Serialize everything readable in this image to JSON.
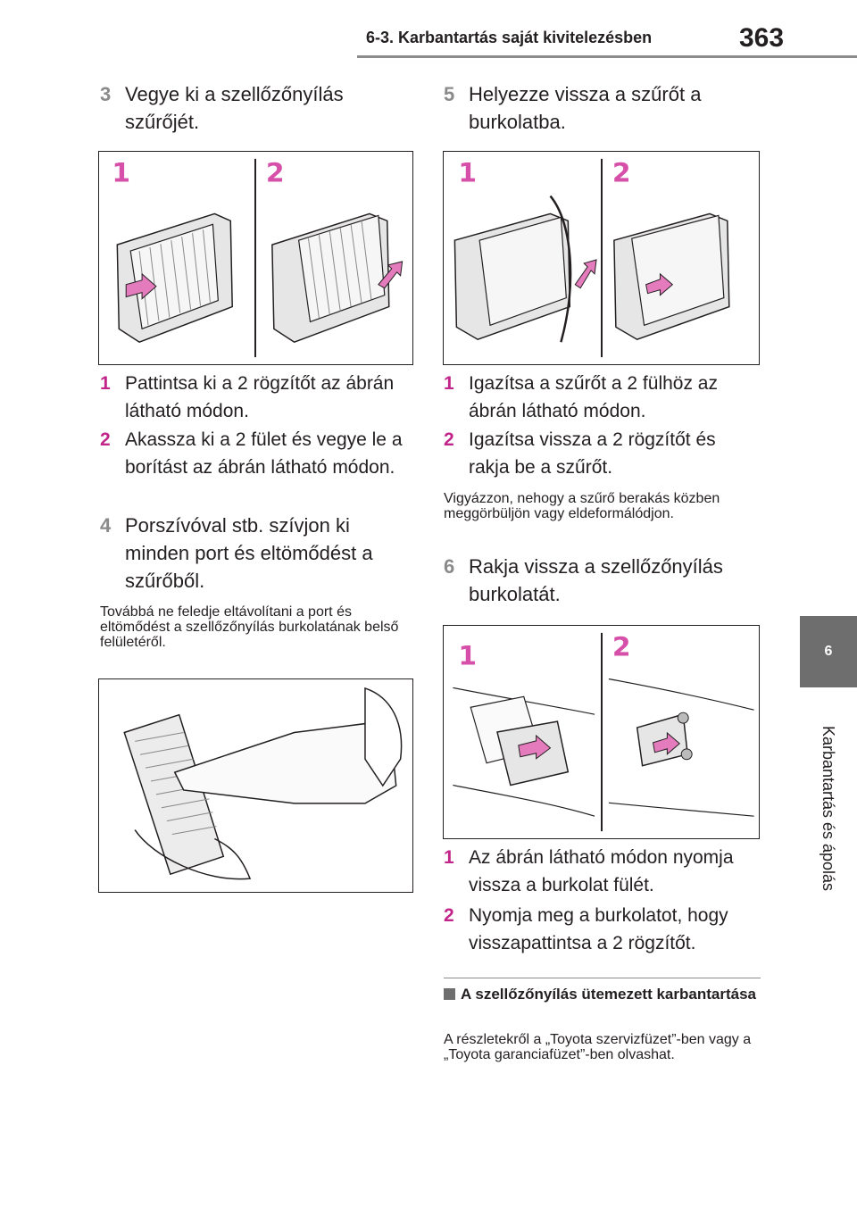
{
  "header": {
    "section": "6-3. Karbantartás saját kivitelezésben",
    "page_number": "363"
  },
  "side_tab": {
    "chapter": "6",
    "title": "Karbantartás és ápolás"
  },
  "left": {
    "step3": {
      "num": "3",
      "text": "Vegye ki a szellőzőnyílás szűrőjét."
    },
    "fig1": {
      "label1": "1",
      "label2": "2"
    },
    "sub1": {
      "num": "1",
      "text": "Pattintsa ki a 2 rögzítőt az ábrán látható módon."
    },
    "sub2": {
      "num": "2",
      "text": "Akassza ki a 2 fület és vegye le a borítást az ábrán látható módon."
    },
    "step4": {
      "num": "4",
      "text": "Porszívóval stb. szívjon ki minden port és eltömődést a szűrőből."
    },
    "note": "Továbbá ne feledje eltávolítani a port és eltömődést a szellőzőnyílás burkolatának belső felületéről."
  },
  "right": {
    "step5": {
      "num": "5",
      "text": "Helyezze vissza a szűrőt a burkolatba."
    },
    "fig2": {
      "label1": "1",
      "label2": "2"
    },
    "sub1": {
      "num": "1",
      "text": "Igazítsa a szűrőt a 2 fülhöz az ábrán látható módon."
    },
    "sub2": {
      "num": "2",
      "text": "Igazítsa vissza a 2 rögzítőt és rakja be a szűrőt."
    },
    "note": "Vigyázzon, nehogy a szűrő berakás közben meggörbüljön vagy eldeformálódjon.",
    "step6": {
      "num": "6",
      "text": "Rakja vissza a szellőzőnyílás burkolatát."
    },
    "fig3": {
      "label1": "1",
      "label2": "2"
    },
    "sub3": {
      "num": "1",
      "text": "Az ábrán látható módon nyomja vissza a burkolat fülét."
    },
    "sub4": {
      "num": "2",
      "text": "Nyomja meg a burkolatot, hogy visszapattintsa a 2 rögzítőt."
    },
    "section": {
      "title": "A szellőzőnyílás ütemezett karbantartása",
      "text": "A részletekről a „Toyota szervizfüzet”-ben vagy a „Toyota garanciafüzet”-ben olvashat."
    }
  },
  "colors": {
    "label_pink": "#d64fa8",
    "step_gray": "#8a8a8a",
    "tab_gray": "#6e6e6e",
    "arrow_pink": "#e37bbd"
  }
}
